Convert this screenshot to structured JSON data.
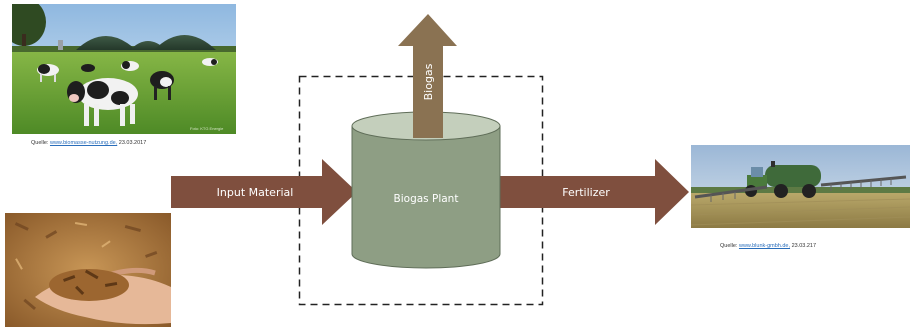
{
  "diagram": {
    "center_label": "Biogas Plant",
    "input_label": "Input Material",
    "output_label": "Fertilizer",
    "top_label": "Biogas"
  },
  "captions": {
    "cows": {
      "prefix": "Quelle:",
      "link": "www.biomasse-nutzung.de,",
      "date": "23.03.2017"
    },
    "tractor": {
      "prefix": "Quelle:",
      "link": "www.blunk-gmbh.de,",
      "date": "23.03.217"
    }
  },
  "photo_credit": "Foto: KTG Energie",
  "colors": {
    "arrow": "#7f4f3e",
    "biogas_arrow": "#8a7252",
    "cylinder_body": "#8e9e84",
    "cylinder_top": "#c4cfbc",
    "boundary": "#222222"
  },
  "images": {
    "cows": "photo: cows grazing in a meadow in front of biogas domes",
    "hand": "photo: hand holding wood chips",
    "tractor": "photo: tractor spreading fertilizer on a field"
  }
}
